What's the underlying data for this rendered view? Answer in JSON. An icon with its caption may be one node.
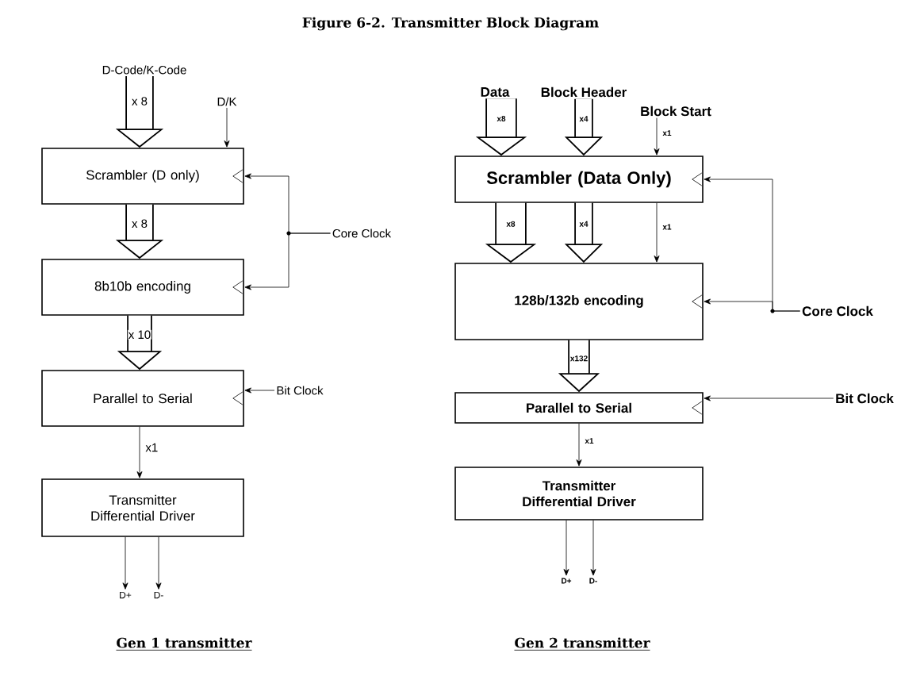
{
  "diagram": {
    "title": "Figure 6-2.  Transmitter Block Diagram",
    "nodes": [
      {
        "text": [
          "D-Code/K-Code"
        ]
      },
      {
        "text": [
          "D/K"
        ]
      },
      {
        "text": [
          "Scrambler (D only)"
        ]
      },
      {
        "text": [
          "8b10b encoding"
        ]
      },
      {
        "text": [
          "Core Clock"
        ]
      },
      {
        "text": [
          "Parallel to Serial"
        ]
      },
      {
        "text": [
          "Bit Clock"
        ]
      },
      {
        "text": [
          "Transmitter Differential Driver"
        ]
      },
      {
        "text": [
          "D+"
        ]
      },
      {
        "text": [
          "D-"
        ]
      },
      {
        "text": [
          "Data"
        ]
      },
      {
        "text": [
          "Block Header"
        ]
      },
      {
        "text": [
          "Block Start"
        ]
      },
      {
        "text": [
          "Scrambler (Data Only)"
        ]
      },
      {
        "text": [
          "128b/132b encoding"
        ]
      },
      {
        "text": [
          "Core Clock"
        ]
      },
      {
        "text": [
          "Parallel to Serial"
        ]
      },
      {
        "text": [
          "Bit Clock"
        ]
      },
      {
        "text": [
          "Transmitter Differential Driver"
        ]
      },
      {
        "text": [
          "D+"
        ]
      },
      {
        "text": [
          "D-"
        ]
      }
    ],
    "edges": [
      {
        "from": 0,
        "to": 2,
        "arrow": "to",
        "label": "x 8",
        "style": "thick"
      },
      {
        "from": 1,
        "to": 2,
        "arrow": "to"
      },
      {
        "from": 4,
        "to": 2,
        "arrow": "to"
      },
      {
        "from": 4,
        "to": 3,
        "arrow": "to"
      },
      {
        "from": 2,
        "to": 3,
        "arrow": "to",
        "label": "x 8",
        "style": "thick"
      },
      {
        "from": 3,
        "to": 5,
        "arrow": "to",
        "label": "x 10",
        "style": "thick"
      },
      {
        "from": 6,
        "to": 5,
        "arrow": "to"
      },
      {
        "from": 5,
        "to": 7,
        "arrow": "to",
        "label": "x1"
      },
      {
        "from": 7,
        "to": 8,
        "arrow": "to"
      },
      {
        "from": 7,
        "to": 9,
        "arrow": "to"
      },
      {
        "from": 10,
        "to": 13,
        "arrow": "to",
        "label": "x8",
        "style": "thick"
      },
      {
        "from": 11,
        "to": 13,
        "arrow": "to",
        "label": "x4",
        "style": "thick"
      },
      {
        "from": 12,
        "to": 13,
        "arrow": "to",
        "label": "x1"
      },
      {
        "from": 13,
        "to": 14,
        "arrow": "to",
        "label": "x8",
        "style": "thick"
      },
      {
        "from": 13,
        "to": 14,
        "arrow": "to",
        "label": "x4",
        "style": "thick"
      },
      {
        "from": 13,
        "to": 14,
        "arrow": "to",
        "label": "x1"
      },
      {
        "from": 15,
        "to": 13,
        "arrow": "to"
      },
      {
        "from": 15,
        "to": 14,
        "arrow": "to"
      },
      {
        "from": 14,
        "to": 16,
        "arrow": "to",
        "label": "x132",
        "style": "thick"
      },
      {
        "from": 17,
        "to": 16,
        "arrow": "to"
      },
      {
        "from": 16,
        "to": 18,
        "arrow": "to",
        "label": "x1"
      },
      {
        "from": 18,
        "to": 19,
        "arrow": "to"
      },
      {
        "from": 18,
        "to": 20,
        "arrow": "to"
      }
    ],
    "labels": [
      "Gen 1 transmitter",
      "Gen 2 transmitter"
    ]
  }
}
